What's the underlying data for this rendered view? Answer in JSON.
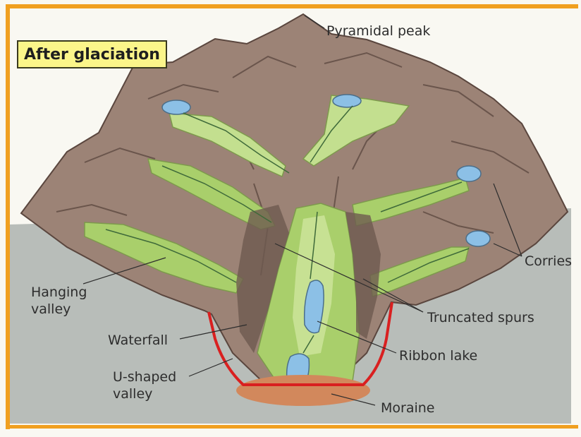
{
  "title": "After glaciation",
  "labels": {
    "pyramidal_peak": "Pyramidal peak",
    "corries": "Corries",
    "hanging_valley": "Hanging\nvalley",
    "truncated_spurs": "Truncated spurs",
    "waterfall": "Waterfall",
    "ribbon_lake": "Ribbon lake",
    "u_shaped_valley": "U-shaped\nvalley",
    "moraine": "Moraine"
  },
  "colors": {
    "frame": "#f0a020",
    "ground": "#b8bdb9",
    "rock": "#9c8376",
    "rock_dark": "#5a463e",
    "valley": "#a9cf6b",
    "valley_light": "#d4e8a4",
    "lake": "#8cc0e6",
    "trough_outline": "#d92020",
    "moraine": "#d2885c",
    "label_box": "#fbf58a"
  }
}
